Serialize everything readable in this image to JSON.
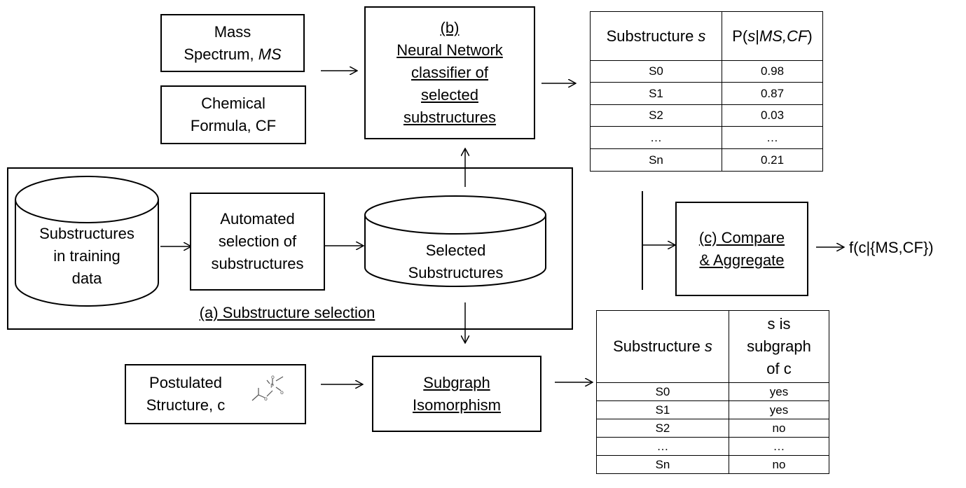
{
  "inputs": {
    "mass_spectrum": [
      "Mass",
      "Spectrum, ",
      "MS"
    ],
    "chemical_formula": [
      "Chemical",
      "Formula, CF"
    ]
  },
  "classifier": {
    "lines": [
      "(b)",
      "Neural Network",
      "classifier of",
      "selected",
      "substructures"
    ]
  },
  "prob_table": {
    "header_col1": "Substructure ",
    "header_col1_var": "s",
    "header_col2_pre": "P(",
    "header_col2_s": "s",
    "header_col2_bar": "|",
    "header_col2_ms": "MS,CF",
    "header_col2_post": ")",
    "rows": [
      {
        "name": "S0",
        "value": "0.98"
      },
      {
        "name": "S1",
        "value": "0.87"
      },
      {
        "name": "S2",
        "value": "0.03"
      },
      {
        "name": "…",
        "value": "…"
      },
      {
        "name": "Sn",
        "value": "0.21"
      }
    ]
  },
  "selection": {
    "db_training": [
      "Substructures",
      "in training",
      "data"
    ],
    "auto_select": [
      "Automated",
      "selection  of",
      "substructures"
    ],
    "selected": [
      "Selected",
      "Substructures"
    ],
    "caption": "(a) Substructure selection"
  },
  "compare": {
    "lines": [
      "(c) Compare",
      "& Aggregate"
    ],
    "output": "f(c|{MS,CF})"
  },
  "postulated": {
    "lines": [
      "Postulated",
      "Structure, c"
    ]
  },
  "isomorphism": {
    "lines": [
      "Subgraph",
      "Isomorphism"
    ]
  },
  "subgraph_table": {
    "header_col1": "Substructure ",
    "header_col1_var": "s",
    "header_col2": [
      "s is",
      "subgraph",
      "of c"
    ],
    "rows": [
      {
        "name": "S0",
        "value": "yes"
      },
      {
        "name": "S1",
        "value": "yes"
      },
      {
        "name": "S2",
        "value": "no"
      },
      {
        "name": "…",
        "value": "…"
      },
      {
        "name": "Sn",
        "value": "no"
      }
    ]
  }
}
